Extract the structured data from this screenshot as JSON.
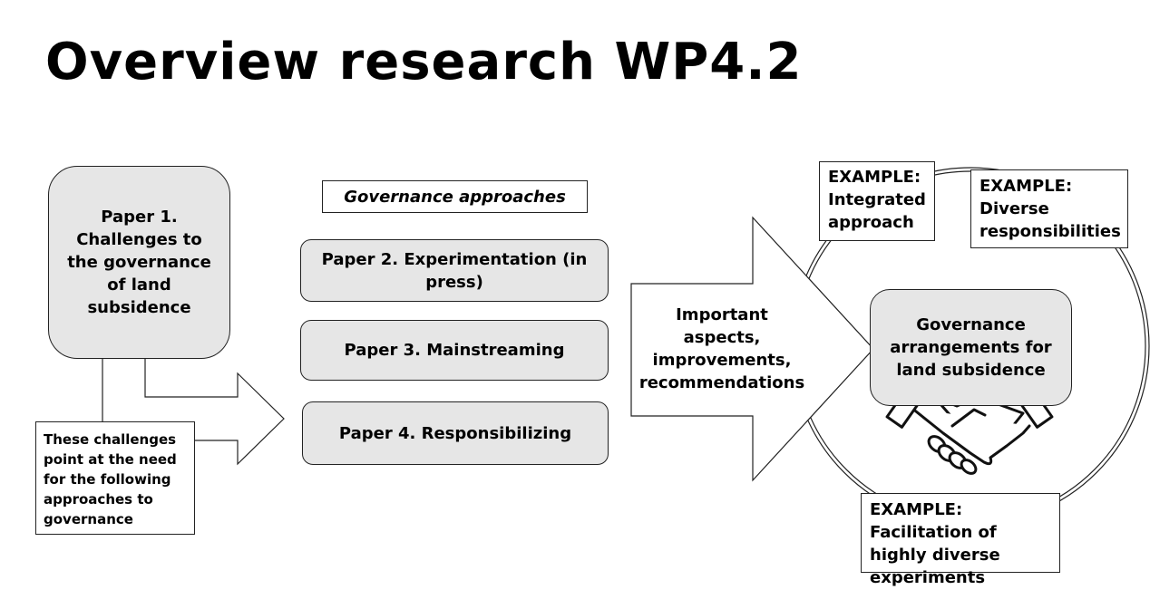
{
  "title": "Overview research WP4.2",
  "paper1": "Paper 1. Challenges to the governance of land subsidence",
  "challenge_note": "These challenges point at the need for the following approaches to governance",
  "governance_approaches_label": "Governance approaches",
  "papers": [
    "Paper 2. Experimentation (in press)",
    "Paper 3. Mainstreaming",
    "Paper 4. Responsibilizing"
  ],
  "arrow_text": "Important aspects, improvements, recommendations",
  "governance_arrangements": "Governance arrangements for land subsidence",
  "examples": [
    "EXAMPLE: Integrated approach",
    "EXAMPLE: Diverse responsibilities",
    "EXAMPLE: Facilitation of highly diverse experiments"
  ],
  "icons": [
    "handshake-icon"
  ],
  "colors": {
    "box_fill": "#e6e6e6",
    "stroke": "#222222",
    "background": "#ffffff"
  }
}
